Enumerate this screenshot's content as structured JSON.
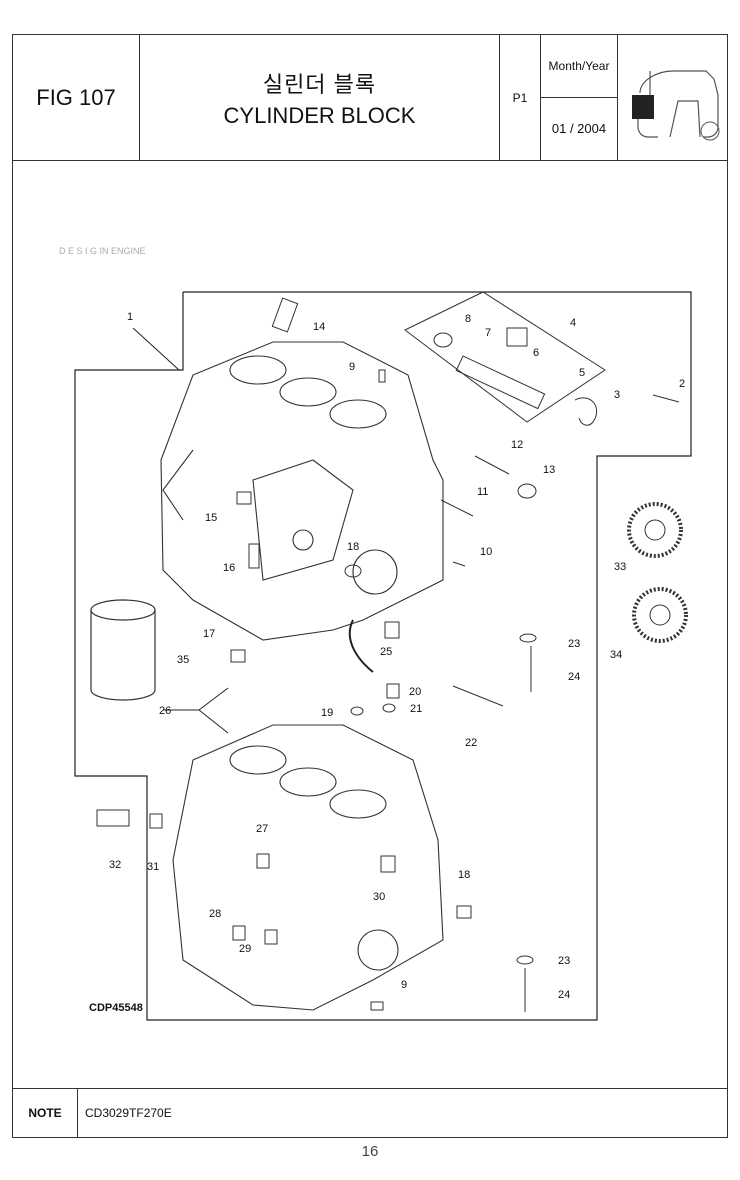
{
  "header": {
    "fig": "FIG 107",
    "title_ko": "실린더 블록",
    "title_en": "CYLINDER BLOCK",
    "page": "P1",
    "month_year_label": "Month/Year",
    "month_year_value": "01 / 2004"
  },
  "drawing": {
    "code": "CDP45548",
    "callouts": [
      "1",
      "2",
      "3",
      "4",
      "5",
      "6",
      "7",
      "8",
      "9",
      "10",
      "11",
      "12",
      "13",
      "14",
      "15",
      "16",
      "17",
      "18",
      "19",
      "20",
      "21",
      "22",
      "23",
      "24",
      "25",
      "26",
      "27",
      "28",
      "29",
      "30",
      "31",
      "32",
      "33",
      "34",
      "35",
      "18",
      "23",
      "24",
      "9"
    ]
  },
  "note": {
    "label": "NOTE",
    "value": "CD3029TF270E"
  },
  "page_number": "16"
}
